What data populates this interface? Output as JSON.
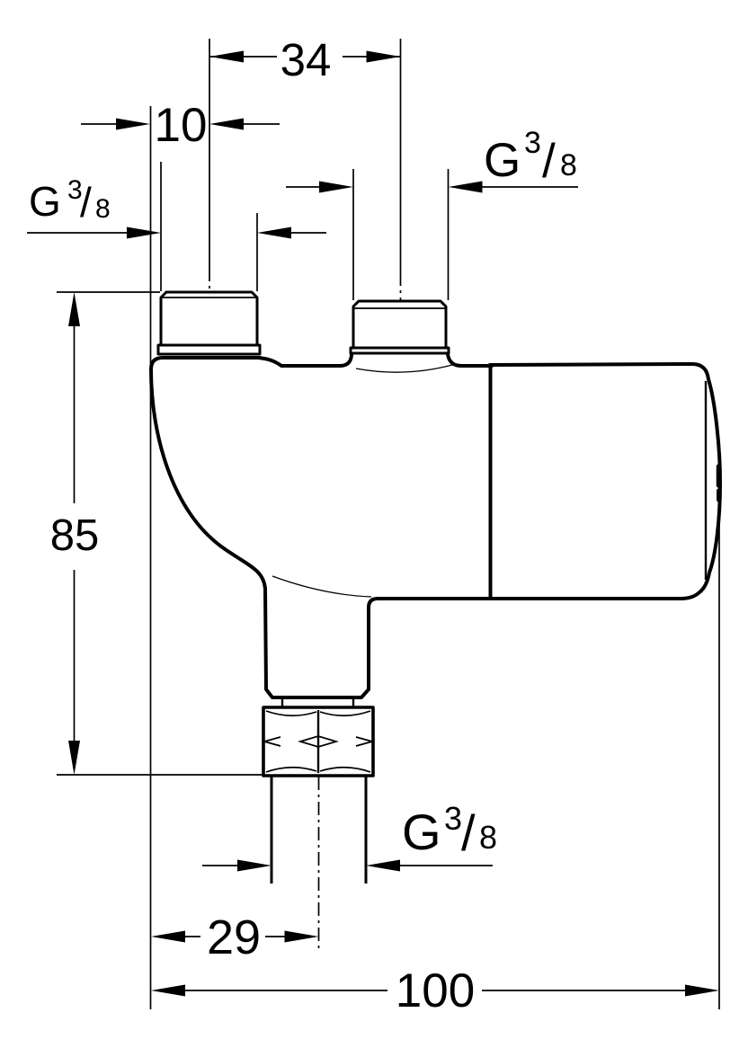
{
  "drawing": {
    "kind": "technical dimension drawing",
    "subject": "thermostatic under-basin mixing valve, side view"
  },
  "colors": {
    "line": "#000000",
    "background": "#ffffff"
  },
  "dimensions": {
    "port_spacing": "34",
    "wall_offset": "10",
    "height": "85",
    "outlet_offset": "29",
    "depth": "100"
  },
  "thread_label": {
    "prefix": "G",
    "numerator": "3",
    "slash": "/",
    "denominator": "8"
  }
}
